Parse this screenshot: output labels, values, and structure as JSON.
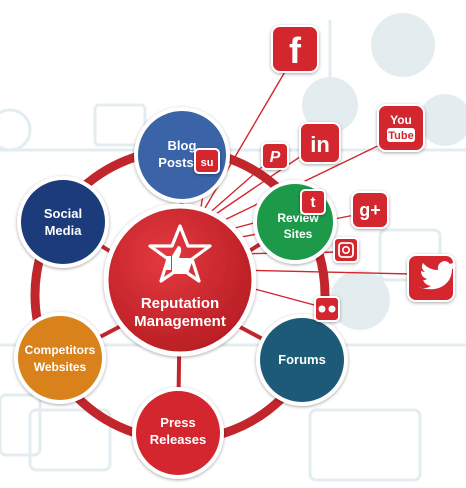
{
  "center": {
    "line1": "Reputation",
    "line2": "Management",
    "color": "#d3262d"
  },
  "nodes": [
    {
      "id": "blog",
      "line1": "Blog",
      "line2": "Posts",
      "color": "#3b63a8"
    },
    {
      "id": "review",
      "line1": "Review",
      "line2": "Sites",
      "color": "#1a9a4a"
    },
    {
      "id": "forums",
      "line1": "Forums",
      "line2": "",
      "color": "#1e5a78"
    },
    {
      "id": "press",
      "line1": "Press",
      "line2": "Releases",
      "color": "#d3262d"
    },
    {
      "id": "competitors",
      "line1": "Competitors",
      "line2": "Websites",
      "color": "#d9821d"
    },
    {
      "id": "social",
      "line1": "Social",
      "line2": "Media",
      "color": "#1b3a7a"
    }
  ],
  "social_icons": [
    {
      "name": "facebook-icon",
      "label": "f"
    },
    {
      "name": "linkedin-icon",
      "label": "in"
    },
    {
      "name": "youtube-icon",
      "label": "You",
      "label2": "Tube"
    },
    {
      "name": "pinterest-icon",
      "label": "P"
    },
    {
      "name": "tumblr-icon",
      "label": "t"
    },
    {
      "name": "google-plus-icon",
      "label": "g+"
    },
    {
      "name": "stumbleupon-icon",
      "label": "su"
    },
    {
      "name": "instagram-icon",
      "label": ""
    },
    {
      "name": "twitter-icon",
      "label": ""
    },
    {
      "name": "flickr-icon",
      "label": ""
    }
  ],
  "colors": {
    "ring": "#c1262c",
    "icon_red": "#d3262d",
    "line": "#d3262d",
    "bg_decor": "#e3edf0"
  }
}
